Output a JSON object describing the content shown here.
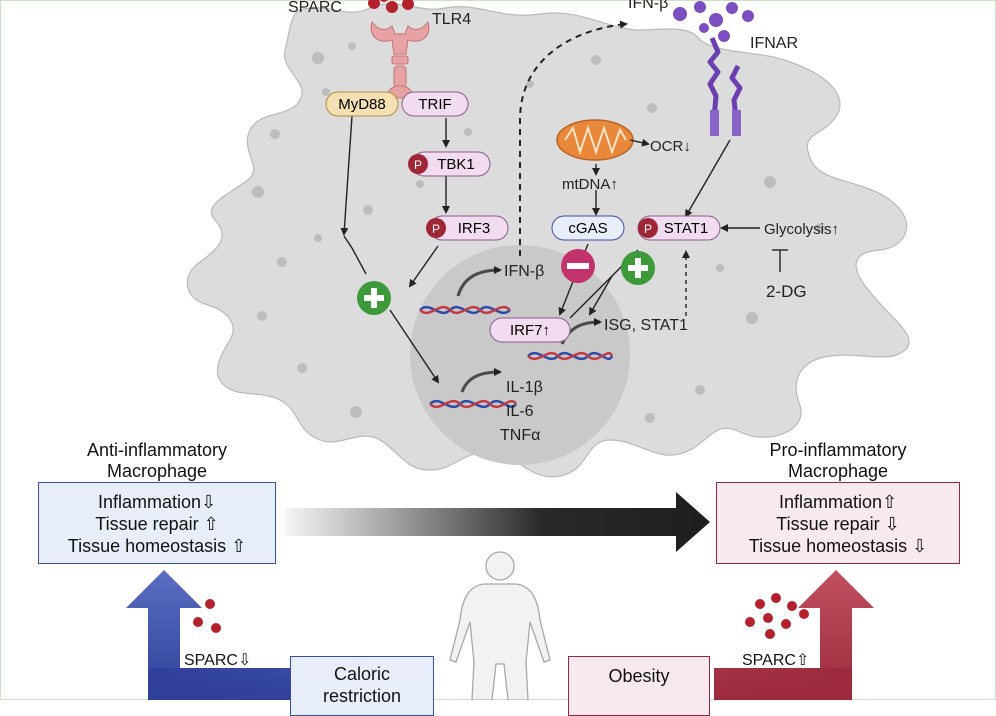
{
  "diagram": {
    "receptor_labels": {
      "sparc": "SPARC",
      "tlr4": "TLR4",
      "ifn_top": "IFN-β",
      "ifnar": "IFNAR"
    },
    "pathway_nodes": {
      "myd88": "MyD88",
      "trif": "TRIF",
      "tbk1": "TBK1",
      "irf3": "IRF3",
      "cgas": "cGAS",
      "stat1": "STAT1",
      "irf7": "IRF7↑",
      "phospho_mark": "P"
    },
    "text_labels": {
      "ocr": "OCR↓",
      "mtdna": "mtDNA↑",
      "glycolysis": "Glycolysis↑",
      "two_dg": "2-DG",
      "ifn_beta": "IFN-β",
      "isg_stat1": "ISG, STAT1",
      "il1b": "IL-1β",
      "il6": "IL-6",
      "tnfa": "TNFα"
    },
    "anti_panel": {
      "title_line1": "Anti-inflammatory",
      "title_line2": "Macrophage",
      "inflammation": "Inflammation⇩",
      "tissue_repair": "Tissue repair ⇧",
      "homeostasis": "Tissue homeostasis ⇧"
    },
    "pro_panel": {
      "title_line1": "Pro-inflammatory",
      "title_line2": "Macrophage",
      "inflammation": "Inflammation⇧",
      "tissue_repair": "Tissue repair ⇩",
      "homeostasis": "Tissue homeostasis ⇩"
    },
    "bottom": {
      "sparc_down": "SPARC⇩",
      "sparc_up": "SPARC⇧",
      "caloric_line1": "Caloric",
      "caloric_line2": "restriction",
      "obesity": "Obesity"
    },
    "colors": {
      "cell_fill": "#dcdcdc",
      "nucleus_fill": "#c9c9c9",
      "anti_blue": "#3b4fa0",
      "pro_red": "#8e2a46",
      "sparc_dot": "#b3222c",
      "ifn_dot": "#7b4fbf",
      "plus_green": "#3c9a3a",
      "minus_magenta": "#c2336b",
      "myd88_fill": "#f4e0b2",
      "trif_fill": "#f2dcf0",
      "mito_orange": "#e8883a"
    }
  }
}
